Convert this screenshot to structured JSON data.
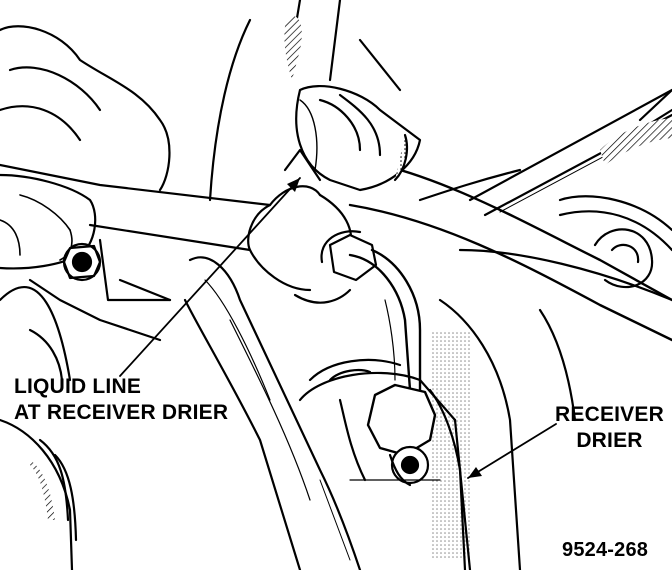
{
  "labels": {
    "liquid_line_1": "LIQUID LINE",
    "liquid_line_2": "AT RECEIVER DRIER",
    "receiver_1": "RECEIVER",
    "receiver_2": "DRIER",
    "figure_number": "9524-268"
  },
  "colors": {
    "ink": "#000000",
    "paper": "#ffffff"
  }
}
